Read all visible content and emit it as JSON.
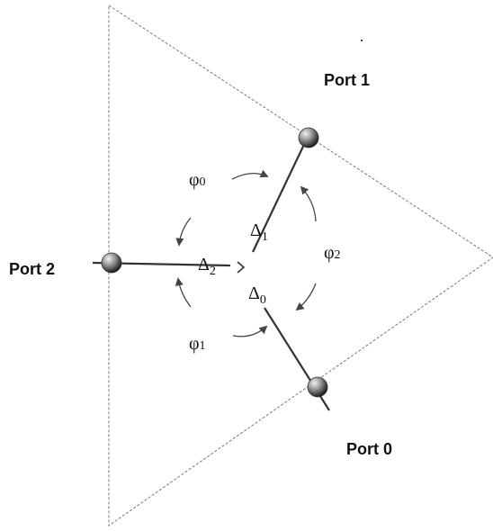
{
  "diagram": {
    "ports": [
      {
        "id": "port-1",
        "label": "Port 1"
      },
      {
        "id": "port-2",
        "label": "Port 2"
      },
      {
        "id": "port-0",
        "label": "Port 0"
      }
    ],
    "deltas": [
      {
        "id": "delta-1",
        "base": "Δ",
        "sub": "1"
      },
      {
        "id": "delta-2",
        "base": "Δ",
        "sub": "2"
      },
      {
        "id": "delta-0",
        "base": "Δ",
        "sub": "0"
      }
    ],
    "phases": [
      {
        "id": "phi-0",
        "base": "φ",
        "sub": "0"
      },
      {
        "id": "phi-1",
        "base": "φ",
        "sub": "1"
      },
      {
        "id": "phi-2",
        "base": "φ",
        "sub": "2"
      }
    ],
    "colors": {
      "line": "#333333",
      "triangle": "#777777",
      "arrow": "#444444",
      "node_light": "#eeeeee",
      "node_dark": "#2a2a2a"
    }
  }
}
